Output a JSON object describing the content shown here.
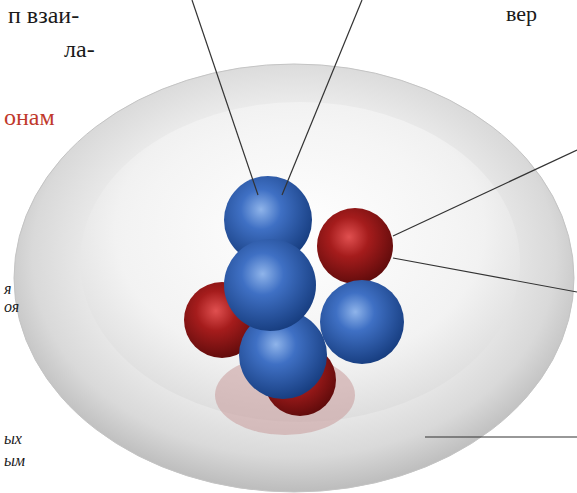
{
  "diagram": {
    "labels": [
      "п взаи-",
      "ла-",
      "онам",
      "я",
      "оя",
      "ых",
      "ым",
      "вер"
    ]
  }
}
